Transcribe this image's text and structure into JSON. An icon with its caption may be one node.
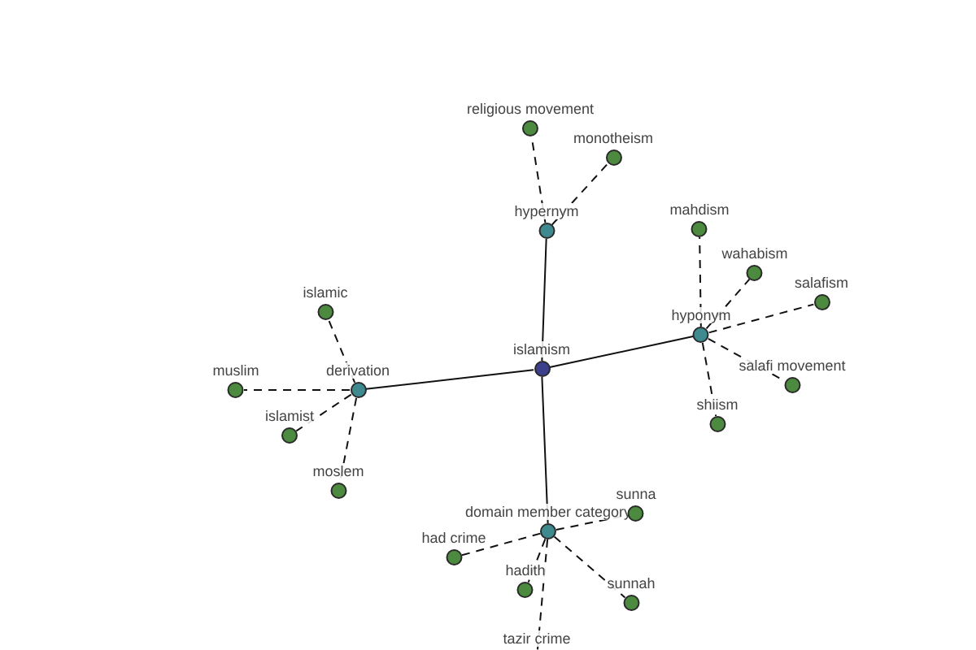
{
  "diagram": {
    "nodes": [
      {
        "text": [
          "islamism"
        ]
      },
      {
        "text": [
          "hypernym"
        ]
      },
      {
        "text": [
          "religious movement"
        ]
      },
      {
        "text": [
          "monotheism"
        ]
      },
      {
        "text": [
          "hyponym"
        ]
      },
      {
        "text": [
          "mahdism"
        ]
      },
      {
        "text": [
          "wahabism"
        ]
      },
      {
        "text": [
          "salafism"
        ]
      },
      {
        "text": [
          "salafi movement"
        ]
      },
      {
        "text": [
          "shiism"
        ]
      },
      {
        "text": [
          "derivation"
        ]
      },
      {
        "text": [
          "islamic"
        ]
      },
      {
        "text": [
          "muslim"
        ]
      },
      {
        "text": [
          "islamist"
        ]
      },
      {
        "text": [
          "moslem"
        ]
      },
      {
        "text": [
          "domain member category"
        ]
      },
      {
        "text": [
          "sunna"
        ]
      },
      {
        "text": [
          "had crime"
        ]
      },
      {
        "text": [
          "hadith"
        ]
      },
      {
        "text": [
          "sunnah"
        ]
      },
      {
        "text": [
          "tazir crime"
        ]
      }
    ],
    "edges": [
      {
        "from": 0,
        "to": 1,
        "arrow": "none"
      },
      {
        "from": 1,
        "to": 2,
        "arrow": "none",
        "style": "dashed"
      },
      {
        "from": 1,
        "to": 3,
        "arrow": "none",
        "style": "dashed"
      },
      {
        "from": 0,
        "to": 4,
        "arrow": "none"
      },
      {
        "from": 4,
        "to": 5,
        "arrow": "none",
        "style": "dashed"
      },
      {
        "from": 4,
        "to": 6,
        "arrow": "none",
        "style": "dashed"
      },
      {
        "from": 4,
        "to": 7,
        "arrow": "none",
        "style": "dashed"
      },
      {
        "from": 4,
        "to": 8,
        "arrow": "none",
        "style": "dashed"
      },
      {
        "from": 4,
        "to": 9,
        "arrow": "none",
        "style": "dashed"
      },
      {
        "from": 0,
        "to": 10,
        "arrow": "none"
      },
      {
        "from": 10,
        "to": 11,
        "arrow": "none",
        "style": "dashed"
      },
      {
        "from": 10,
        "to": 12,
        "arrow": "none",
        "style": "dashed"
      },
      {
        "from": 10,
        "to": 13,
        "arrow": "none",
        "style": "dashed"
      },
      {
        "from": 10,
        "to": 14,
        "arrow": "none",
        "style": "dashed"
      },
      {
        "from": 0,
        "to": 15,
        "arrow": "none"
      },
      {
        "from": 15,
        "to": 16,
        "arrow": "none",
        "style": "dashed"
      },
      {
        "from": 15,
        "to": 17,
        "arrow": "none",
        "style": "dashed"
      },
      {
        "from": 15,
        "to": 18,
        "arrow": "none",
        "style": "dashed"
      },
      {
        "from": 15,
        "to": 19,
        "arrow": "none",
        "style": "dashed"
      },
      {
        "from": 15,
        "to": 20,
        "arrow": "none",
        "style": "dashed"
      }
    ]
  }
}
